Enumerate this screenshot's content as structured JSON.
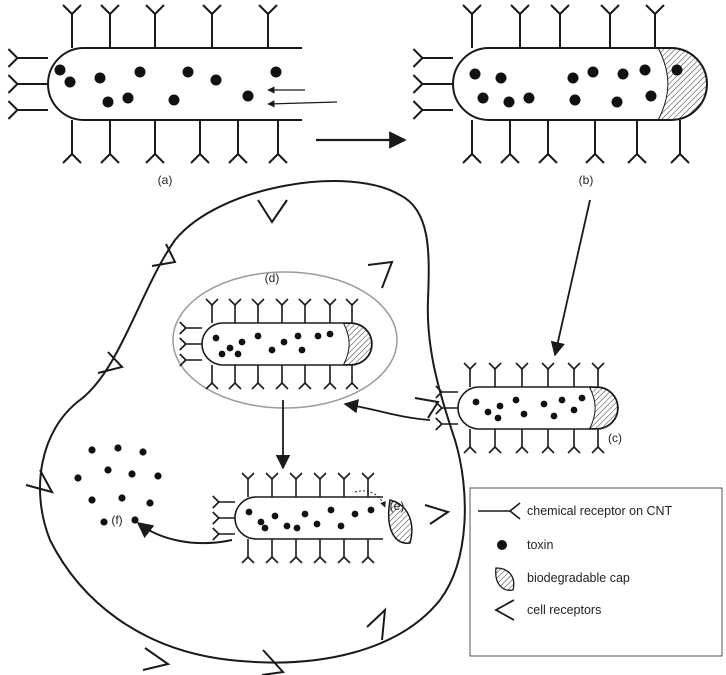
{
  "labels": {
    "a": "(a)",
    "b": "(b)",
    "c": "(c)",
    "d": "(d)",
    "e": "(e)",
    "f": "(f)"
  },
  "legend": {
    "items": [
      {
        "icon": "y-receptor-icon",
        "text": "chemical receptor on CNT"
      },
      {
        "icon": "filled-dot-icon",
        "text": "toxin"
      },
      {
        "icon": "hatched-cap-icon",
        "text": "biodegradable cap"
      },
      {
        "icon": "v-receptor-icon",
        "text": "cell receptors"
      }
    ]
  },
  "colors": {
    "stroke": "#1a1a1a",
    "vesicle": "#9a9a9a",
    "background": "#ffffff"
  }
}
